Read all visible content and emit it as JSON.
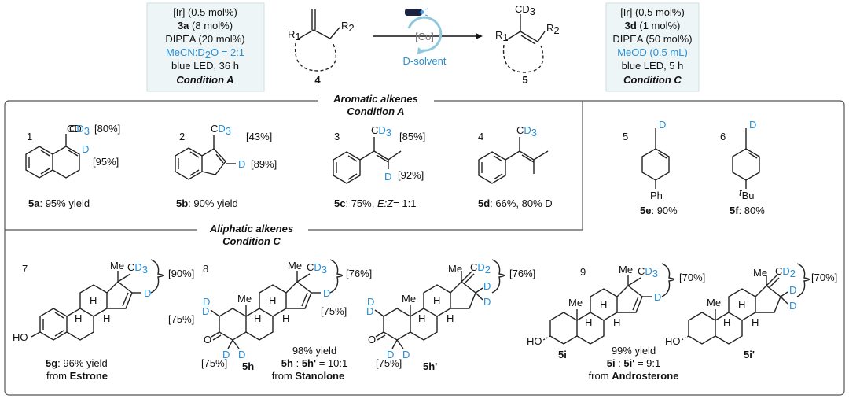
{
  "colors": {
    "deuterium": "#2a8fd3",
    "box_fill": "#eef5f6",
    "frame": "#555555"
  },
  "condA": {
    "lines": [
      "[Ir] (0.5 mol%)",
      "3a",
      " (8 mol%)",
      "DIPEA (20 mol%)",
      "MeCN:D",
      "2",
      "O = 2:1",
      "blue LED, 36 h"
    ],
    "label": "Condition A"
  },
  "condC": {
    "lines": [
      "[Ir] (0.5 mol%)",
      "3d",
      " (1 mol%)",
      "DIPEA (50 mol%)",
      "MeOD (0.5 mL)",
      "blue LED, 5 h"
    ],
    "label": "Condition C"
  },
  "scheme": {
    "catalyst": "[Co]",
    "solvent": "D-solvent",
    "sm_label": "4",
    "prod_label": "5",
    "r1": "R",
    "r1_sub": "1",
    "r2": "R",
    "r2_sub": "2",
    "cd3": "CD",
    "cd3_sub": "3"
  },
  "section1": {
    "title": "Aromatic alkenes",
    "condition": "Condition A"
  },
  "section2": {
    "title": "Aliphatic alkenes",
    "condition": "Condition C"
  },
  "entries": [
    {
      "num": "1",
      "id": "5a",
      "text": ": 95% yield",
      "pct1": "[80%]",
      "pct2": "[95%]"
    },
    {
      "num": "2",
      "id": "5b",
      "text": ": 90% yield",
      "pct1": "[43%]",
      "pct2": "[89%]"
    },
    {
      "num": "3",
      "id": "5c",
      "text": ": 75%, ",
      "ez": "E:Z",
      "text2": "= 1:1",
      "pct1": "[85%]",
      "pct2": "[92%]"
    },
    {
      "num": "4",
      "id": "5d",
      "text": ": 66%, 80% D"
    },
    {
      "num": "5",
      "id": "5e",
      "text": ": 90%",
      "sub": "Ph"
    },
    {
      "num": "6",
      "id": "5f",
      "text": ": 80%",
      "sub_sup": "t",
      "sub": "Bu"
    },
    {
      "num": "7",
      "id": "5g",
      "text": ": 96% yield",
      "from": "from ",
      "from_bold": "Estrone",
      "pct1": "[90%]"
    },
    {
      "num": "8",
      "id": "5h",
      "id2": "5h'",
      "yield": "98% yield",
      "ratio_a": "5h",
      "ratio_mid": " : ",
      "ratio_b": "5h'",
      "ratio_end": " = 10:1",
      "from": "from ",
      "from_bold": "Stanolone",
      "pct1": "[76%]",
      "pct2": "[75%]",
      "pct3": "[75%]",
      "pct4": "[75%]",
      "pct5": "[76%]",
      "pct6": "[75%]"
    },
    {
      "num": "9",
      "id": "5i",
      "id2": "5i'",
      "yield": "99% yield",
      "ratio_a": "5i",
      "ratio_mid": " : ",
      "ratio_b": "5i'",
      "ratio_end": " = 9:1",
      "from": "from ",
      "from_bold": "Androsterone",
      "pct1": "[70%]",
      "pct2": "[70%]"
    }
  ],
  "atoms": {
    "D": "D",
    "Me": "Me",
    "H": "H",
    "HO": "HO",
    "O": "O",
    "CD2": "CD",
    "two": "2"
  }
}
